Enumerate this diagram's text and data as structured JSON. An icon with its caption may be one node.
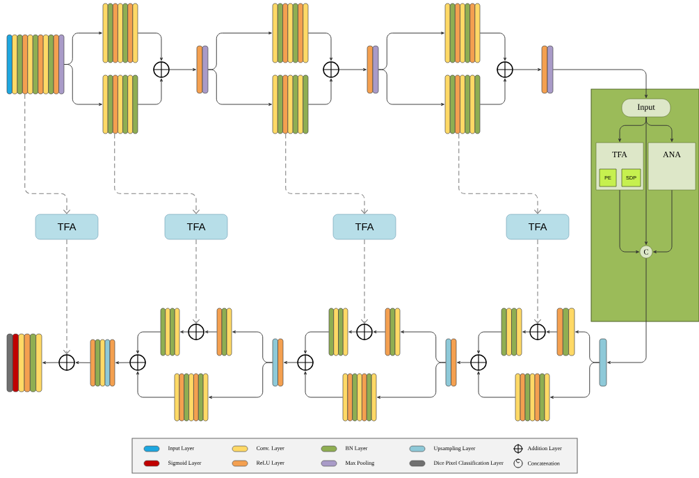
{
  "diagram": {
    "nodes": [
      {
        "text": [],
        "shape": "bar"
      },
      {
        "text": [],
        "shape": "bar"
      },
      {
        "text": [],
        "shape": "bar"
      },
      {
        "text": [],
        "shape": "circle"
      },
      {
        "text": [],
        "shape": "bar"
      },
      {
        "text": [],
        "shape": "bar"
      },
      {
        "text": [],
        "shape": "bar"
      },
      {
        "text": [],
        "shape": "circle"
      },
      {
        "text": [],
        "shape": "bar"
      },
      {
        "text": [],
        "shape": "bar"
      },
      {
        "text": [],
        "shape": "bar"
      },
      {
        "text": [],
        "shape": "circle"
      },
      {
        "text": [],
        "shape": "bar"
      },
      {
        "text": [],
        "shape": "box"
      },
      {
        "text": [
          "Input"
        ],
        "in": 13
      },
      {
        "text": [
          "TFA"
        ],
        "in": 13
      },
      {
        "text": [
          "PE"
        ],
        "in": 15
      },
      {
        "text": [
          "SDP"
        ],
        "in": 15
      },
      {
        "text": [
          "ANA"
        ],
        "in": 13
      },
      {
        "text": [
          "C"
        ],
        "in": 13
      },
      {
        "text": [
          "TFA"
        ]
      },
      {
        "text": [
          "TFA"
        ]
      },
      {
        "text": [
          "TFA"
        ]
      },
      {
        "text": [
          "TFA"
        ]
      },
      {
        "text": [],
        "shape": "bar"
      },
      {
        "text": [],
        "shape": "circle"
      },
      {
        "text": [],
        "shape": "bar"
      },
      {
        "text": [],
        "shape": "circle"
      },
      {
        "text": [],
        "shape": "bar"
      },
      {
        "text": [],
        "shape": "circle"
      },
      {
        "text": [],
        "shape": "bar"
      },
      {
        "text": [],
        "shape": "bar"
      },
      {
        "text": [],
        "shape": "bar"
      },
      {
        "text": [],
        "shape": "circle"
      },
      {
        "text": [],
        "shape": "bar"
      },
      {
        "text": [],
        "shape": "circle"
      },
      {
        "text": [],
        "shape": "bar"
      },
      {
        "text": [],
        "shape": "bar"
      },
      {
        "text": [],
        "shape": "bar"
      },
      {
        "text": [],
        "shape": "circle"
      },
      {
        "text": [],
        "shape": "bar"
      },
      {
        "text": [],
        "shape": "circle"
      },
      {
        "text": [],
        "shape": "bar"
      },
      {
        "text": [],
        "shape": "bar"
      },
      {
        "text": [],
        "shape": "bar"
      }
    ],
    "edges": [
      {
        "from": 0,
        "to": 1,
        "arrow": "to"
      },
      {
        "from": 0,
        "to": 2,
        "arrow": "to"
      },
      {
        "from": 1,
        "to": 3,
        "arrow": "to"
      },
      {
        "from": 2,
        "to": 3,
        "arrow": "to"
      },
      {
        "from": 3,
        "to": 4,
        "arrow": "to"
      },
      {
        "from": 4,
        "to": 5,
        "arrow": "to"
      },
      {
        "from": 4,
        "to": 6,
        "arrow": "to"
      },
      {
        "from": 5,
        "to": 7,
        "arrow": "to"
      },
      {
        "from": 6,
        "to": 7,
        "arrow": "to"
      },
      {
        "from": 7,
        "to": 8,
        "arrow": "to"
      },
      {
        "from": 8,
        "to": 9,
        "arrow": "to"
      },
      {
        "from": 8,
        "to": 10,
        "arrow": "to"
      },
      {
        "from": 9,
        "to": 11,
        "arrow": "to"
      },
      {
        "from": 10,
        "to": 11,
        "arrow": "to"
      },
      {
        "from": 11,
        "to": 12,
        "arrow": "to"
      },
      {
        "from": 12,
        "to": 14,
        "arrow": "to"
      },
      {
        "from": 14,
        "to": 15,
        "arrow": "to"
      },
      {
        "from": 14,
        "to": 18,
        "arrow": "to"
      },
      {
        "from": 14,
        "to": 19,
        "arrow": "to"
      },
      {
        "from": 15,
        "to": 19,
        "arrow": "to"
      },
      {
        "from": 18,
        "to": 19,
        "arrow": "to"
      },
      {
        "from": 19,
        "to": 44,
        "arrow": "to"
      },
      {
        "from": 0,
        "to": 20,
        "arrow": "to",
        "style": "dashed",
        "color": "#7f7f7f"
      },
      {
        "from": 2,
        "to": 21,
        "arrow": "to",
        "style": "dashed",
        "color": "#7f7f7f"
      },
      {
        "from": 6,
        "to": 22,
        "arrow": "to",
        "style": "dashed",
        "color": "#7f7f7f"
      },
      {
        "from": 10,
        "to": 23,
        "arrow": "to",
        "style": "dashed",
        "color": "#7f7f7f"
      },
      {
        "from": 20,
        "to": 25,
        "arrow": "to",
        "style": "dashed",
        "color": "#7f7f7f"
      },
      {
        "from": 21,
        "to": 29,
        "arrow": "to",
        "style": "dashed",
        "color": "#7f7f7f"
      },
      {
        "from": 22,
        "to": 35,
        "arrow": "to",
        "style": "dashed",
        "color": "#7f7f7f"
      },
      {
        "from": 23,
        "to": 41,
        "arrow": "to",
        "style": "dashed",
        "color": "#7f7f7f"
      },
      {
        "from": 44,
        "to": 42,
        "arrow": "to"
      },
      {
        "from": 44,
        "to": 43,
        "arrow": "to"
      },
      {
        "from": 42,
        "to": 41,
        "arrow": "to"
      },
      {
        "from": 41,
        "to": 40,
        "arrow": "to"
      },
      {
        "from": 40,
        "to": 39,
        "arrow": "to"
      },
      {
        "from": 43,
        "to": 39,
        "arrow": "to"
      },
      {
        "from": 39,
        "to": 38,
        "arrow": "to"
      },
      {
        "from": 38,
        "to": 36,
        "arrow": "to"
      },
      {
        "from": 38,
        "to": 37,
        "arrow": "to"
      },
      {
        "from": 36,
        "to": 35,
        "arrow": "to"
      },
      {
        "from": 35,
        "to": 34,
        "arrow": "to"
      },
      {
        "from": 34,
        "to": 33,
        "arrow": "to"
      },
      {
        "from": 37,
        "to": 33,
        "arrow": "to"
      },
      {
        "from": 33,
        "to": 32,
        "arrow": "to"
      },
      {
        "from": 32,
        "to": 30,
        "arrow": "to"
      },
      {
        "from": 32,
        "to": 31,
        "arrow": "to"
      },
      {
        "from": 30,
        "to": 29,
        "arrow": "to"
      },
      {
        "from": 29,
        "to": 28,
        "arrow": "to"
      },
      {
        "from": 28,
        "to": 27,
        "arrow": "to"
      },
      {
        "from": 31,
        "to": 27,
        "arrow": "to"
      },
      {
        "from": 27,
        "to": 26,
        "arrow": "to"
      },
      {
        "from": 26,
        "to": 25,
        "arrow": "to"
      },
      {
        "from": 25,
        "to": 24,
        "arrow": "to"
      }
    ],
    "legend": [
      {
        "text": "Input Layer",
        "color": "#1ea7e0"
      },
      {
        "text": "Conv. Layer",
        "color": "#ffd966"
      },
      {
        "text": "BN Layer",
        "color": "#8fae52"
      },
      {
        "text": "Upsampling Layer",
        "color": "#8ec9d8"
      },
      {
        "text": "Addition Layer"
      },
      {
        "text": "Sigmoid Layer",
        "color": "#c00000"
      },
      {
        "text": "ReLU Layer",
        "color": "#f4a050"
      },
      {
        "text": "Max Pooling",
        "color": "#a99bc8"
      },
      {
        "text": "Dice Pixel Classification Layer",
        "color": "#707070"
      },
      {
        "text": "Concatenation"
      }
    ]
  }
}
